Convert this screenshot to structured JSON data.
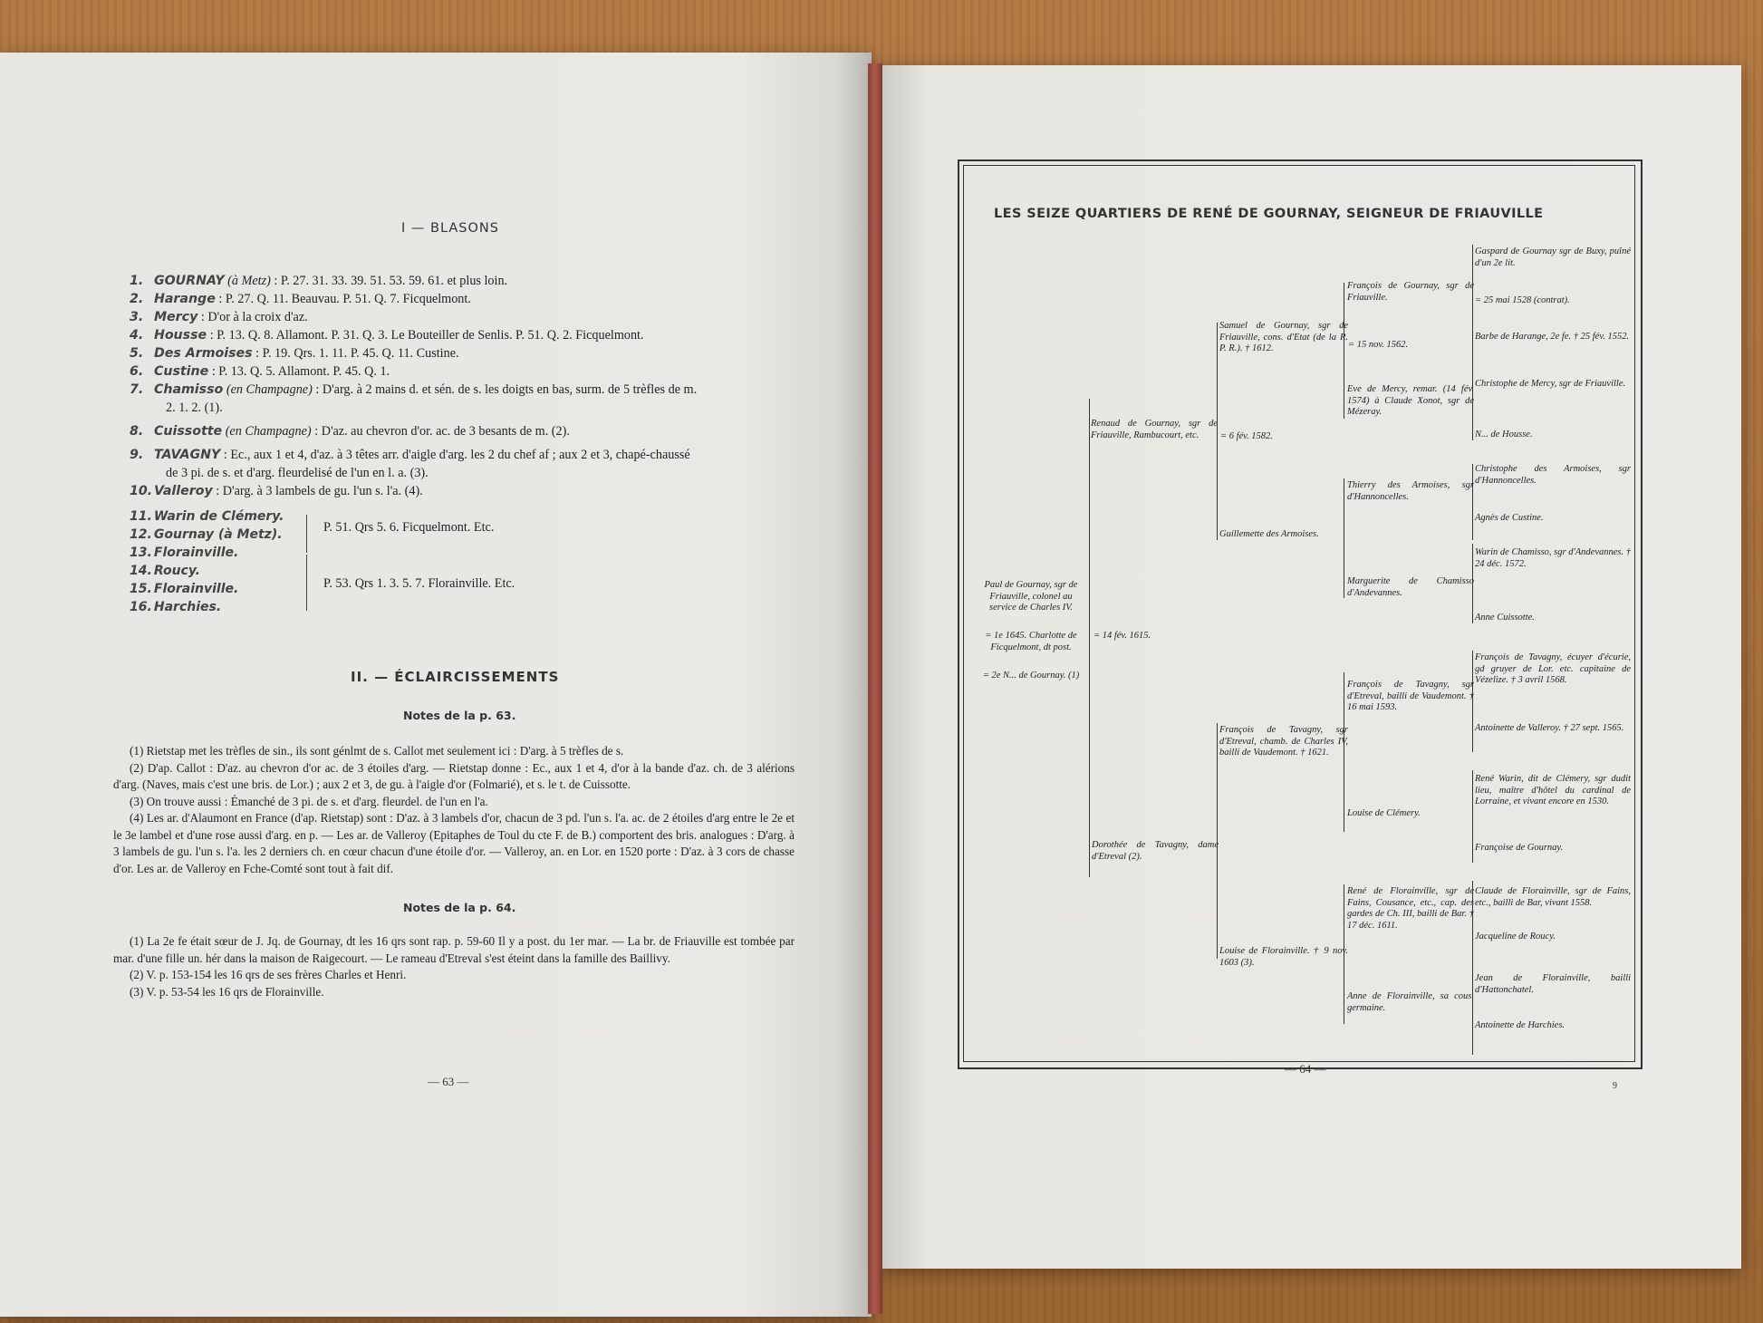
{
  "left": {
    "heading1": "I — BLASONS",
    "blasons": [
      {
        "num": "1.",
        "name": "GOURNAY",
        "qual": "(à Metz)",
        "text": " : P. 27. 31. 33. 39. 51. 53. 59. 61. et plus loin."
      },
      {
        "num": "2.",
        "name": "Harange",
        "qual": "",
        "text": " : P. 27. Q. 11. Beauvau. P. 51. Q. 7. Ficquelmont."
      },
      {
        "num": "3.",
        "name": "Mercy",
        "qual": "",
        "text": " : D'or à la croix d'az."
      },
      {
        "num": "4.",
        "name": "Housse",
        "qual": "",
        "text": " : P. 13. Q. 8. Allamont. P. 31. Q. 3. Le Bouteiller de Senlis. P. 51. Q. 2. Ficquelmont."
      },
      {
        "num": "5.",
        "name": "Des Armoises",
        "qual": "",
        "text": " : P. 19. Qrs. 1. 11. P. 45. Q. 11. Custine."
      },
      {
        "num": "6.",
        "name": "Custine",
        "qual": "",
        "text": " : P. 13. Q. 5. Allamont. P. 45. Q. 1."
      },
      {
        "num": "7.",
        "name": "Chamisso",
        "qual": "(en Champagne)",
        "text": " : D'arg. à 2 mains d. et sén. de s. les doigts en bas, surm. de 5 trèfles de m."
      },
      {
        "num": "",
        "name": "",
        "qual": "",
        "text": "2. 1. 2. (1)."
      },
      {
        "num": "8.",
        "name": "Cuissotte",
        "qual": "(en Champagne)",
        "text": " : D'az. au chevron d'or. ac. de 3 besants de m. (2)."
      },
      {
        "num": "9.",
        "name": "TAVAGNY",
        "qual": "",
        "text": " : Ec., aux 1 et 4, d'az. à 3 têtes arr. d'aigle d'arg. les 2 du chef af ; aux 2 et 3, chapé-chaussé"
      },
      {
        "num": "",
        "name": "",
        "qual": "",
        "text": "de 3 pi. de s. et d'arg. fleurdelisé de l'un en l. a. (3)."
      },
      {
        "num": "10.",
        "name": "Valleroy",
        "qual": "",
        "text": " : D'arg. à 3 lambels de gu. l'un s. l'a. (4)."
      }
    ],
    "group": [
      {
        "num": "11.",
        "name": "Warin de Clémery."
      },
      {
        "num": "12.",
        "name": "Gournay (à Metz)."
      },
      {
        "num": "13.",
        "name": "Florainville."
      },
      {
        "num": "14.",
        "name": "Roucy."
      },
      {
        "num": "15.",
        "name": "Florainville."
      },
      {
        "num": "16.",
        "name": "Harchies."
      }
    ],
    "group_ref_a": "P. 51. Qrs 5. 6. Ficquelmont. Etc.",
    "group_ref_b": "P. 53. Qrs 1. 3. 5. 7. Florainville. Etc.",
    "heading2": "II. — ÉCLAIRCISSEMENTS",
    "notes63_title": "Notes de la p. 63.",
    "notes63": [
      "(1) Rietstap met les trèfles de sin., ils sont génlmt de s. Callot met seulement ici : D'arg. à 5 trèfles de s.",
      "(2) D'ap. Callot : D'az. au chevron d'or ac. de 3 étoiles d'arg. — Rietstap donne : Ec., aux 1 et 4, d'or à la bande d'az. ch. de 3 alérions d'arg. (Naves, mais c'est une bris. de Lor.) ; aux 2 et 3, de gu. à l'aigle d'or (Folmarié), et s. le t. de Cuissotte.",
      "(3) On trouve aussi : Émanché de 3 pi. de s. et d'arg. fleurdel. de l'un en l'a.",
      "(4) Les ar. d'Alaumont en France (d'ap. Rietstap) sont : D'az. à 3 lambels d'or, chacun de 3 pd. l'un s. l'a. ac. de 2 étoiles d'arg entre le 2e et le 3e lambel et d'une rose aussi d'arg. en p. — Les ar. de Valleroy (Epitaphes de Toul du cte F. de B.) comportent des bris. analogues : D'arg. à 3 lambels de gu. l'un s. l'a. les 2 derniers ch. en cœur chacun d'une étoile d'or. — Valleroy, an. en Lor. en 1520 porte : D'az. à 3 cors de chasse d'or. Les ar. de Valleroy en Fche-Comté sont tout à fait dif."
    ],
    "notes64_title": "Notes de la p. 64.",
    "notes64": [
      "(1) La 2e fe était sœur de J. Jq. de Gournay, dt les 16 qrs sont rap. p. 59-60 Il y a post. du 1er mar. — La br. de Friauville est tombée par mar. d'une fille un. hér dans la maison de Raigecourt. — Le rameau d'Etreval s'est éteint dans la famille des Baillivy.",
      "(2) V. p. 153-154 les 16 qrs de ses frères Charles et Henri.",
      "(3) V. p. 53-54 les 16 qrs de Florainville."
    ],
    "page_number": "— 63 —"
  },
  "right": {
    "title": "LES SEIZE QUARTIERS DE RENÉ DE GOURNAY, SEIGNEUR DE FRIAUVILLE",
    "root": "Paul de Gournay, sgr de Friauville, colonel au service de Charles IV.",
    "root_m1": "= 1e 1645. Charlotte de Ficquelmont, dt post.",
    "root_m2": "= 2e N... de Gournay. (1)",
    "marr_root": "= 14 fév. 1615.",
    "g1_father": "Renaud de Gournay, sgr de Friauville, Rambucourt, etc.",
    "g1_marr": "= 6 fév. 1582.",
    "g1_mother": "Dorothée de Tavagny, dame d'Etreval (2).",
    "g2_a": "Samuel de Gournay, sgr de Friauville, cons. d'Etat (de la R. P. R.). † 1612.",
    "g2_a_marr": "= 15 nov. 1562.",
    "g2_b": "Guillemette des Armoises.",
    "g2_c": "François de Tavagny, sgr d'Etreval, chamb. de Charles IV, bailli de Vaudemont. † 1621.",
    "g2_d": "Louise de Florainville. † 9 nov. 1603 (3).",
    "g3": [
      "François de Gournay, sgr de Friauville.",
      "Eve de Mercy, remar. (14 fév. 1574) à Claude Xonot, sgr de Mézeray.",
      "Thierry des Armoises, sgr d'Hannoncelles.",
      "Marguerite de Chamisso d'Andevannes.",
      "François de Tavagny, sgr d'Etreval, bailli de Vaudemont. † 16 mai 1593.",
      "Louise de Clémery.",
      "René de Florainville, sgr de Fains, Cousance, etc., cap. des gardes de Ch. III, bailli de Bar. † 17 déc. 1611.",
      "Anne de Florainville, sa cous. germaine."
    ],
    "g4": [
      "Gaspard de Gournay sgr de Buxy, puîné d'un 2e lit.",
      "= 25 mai 1528 (contrat).",
      "Barbe de Harange, 2e fe. † 25 fév. 1552.",
      "Christophe de Mercy, sgr de Friauville.",
      "N... de Housse.",
      "Christophe des Armoises, sgr d'Hannoncelles.",
      "Agnès de Custine.",
      "Warin de Chamisso, sgr d'Andevannes. † 24 déc. 1572.",
      "Anne Cuissotte.",
      "François de Tavagny, écuyer d'écurie, gd gruyer de Lor. etc. capitaine de Vézelize. † 3 avril 1568.",
      "Antoinette de Valleroy. † 27 sept. 1565.",
      "René Warin, dit de Clémery, sgr dudit lieu, maître d'hôtel du cardinal de Lorraine, et vivant encore en 1530.",
      "Françoise de Gournay.",
      "Claude de Florainville, sgr de Fains, etc., bailli de Bar, vivant 1558.",
      "Jacqueline de Roucy.",
      "Jean de Florainville, bailli d'Hattonchatel.",
      "Antoinette de Harchies."
    ],
    "page_number": "— 64 —",
    "corner_mark": "9"
  }
}
